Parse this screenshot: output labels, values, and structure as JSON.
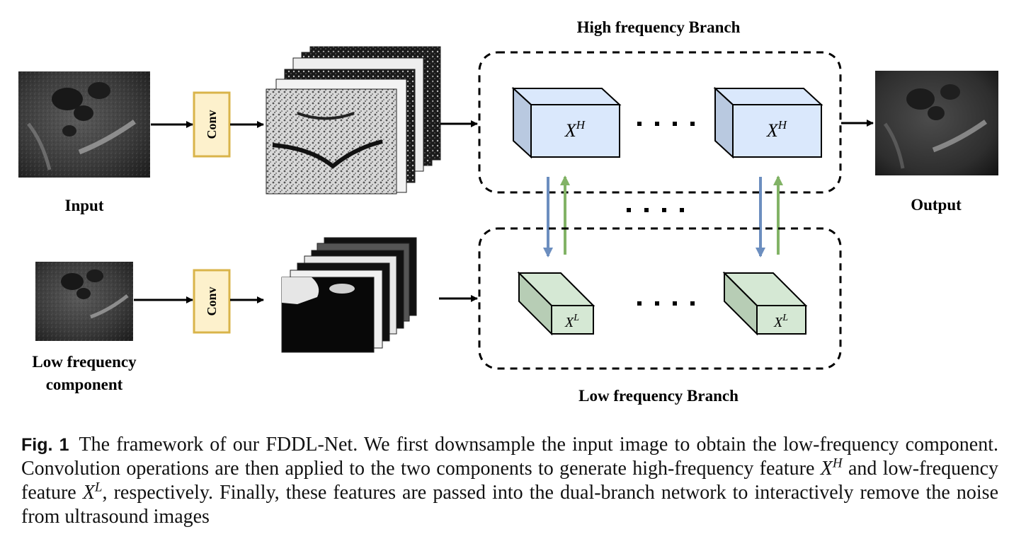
{
  "diagram": {
    "high_branch_title": "High frequency Branch",
    "low_branch_title": "Low frequency Branch",
    "input_label": "Input",
    "output_label": "Output",
    "low_freq_label_line1": "Low frequency",
    "low_freq_label_line2": "component",
    "conv_label_top": "Conv",
    "conv_label_bottom": "Conv",
    "xh_base": "X",
    "xh_sup": "H",
    "xl_base": "X",
    "xl_sup": "L",
    "colors": {
      "conv_fill": "#fdf1cc",
      "conv_stroke": "#d9b44a",
      "high_block_front": "#dae8fc",
      "high_block_side": "#b9c9e0",
      "low_block_front": "#d5e8d4",
      "low_block_side": "#b7cdb5",
      "down_arrow": "#6c8ebf",
      "up_arrow": "#82b366"
    }
  },
  "caption": {
    "fig_label": "Fig. 1",
    "part1": "The framework of our FDDL-Net. We first downsample the input image to obtain the low-frequency component. Convolution operations are then applied to the two components to generate high-frequency feature",
    "var_h": "X",
    "var_h_sup": "H",
    "part2": "and low-frequency feature",
    "var_l": "X",
    "var_l_sup": "L",
    "part3": ", respectively. Finally, these features are passed into the dual-branch network to interactively remove the noise from ultrasound images"
  }
}
